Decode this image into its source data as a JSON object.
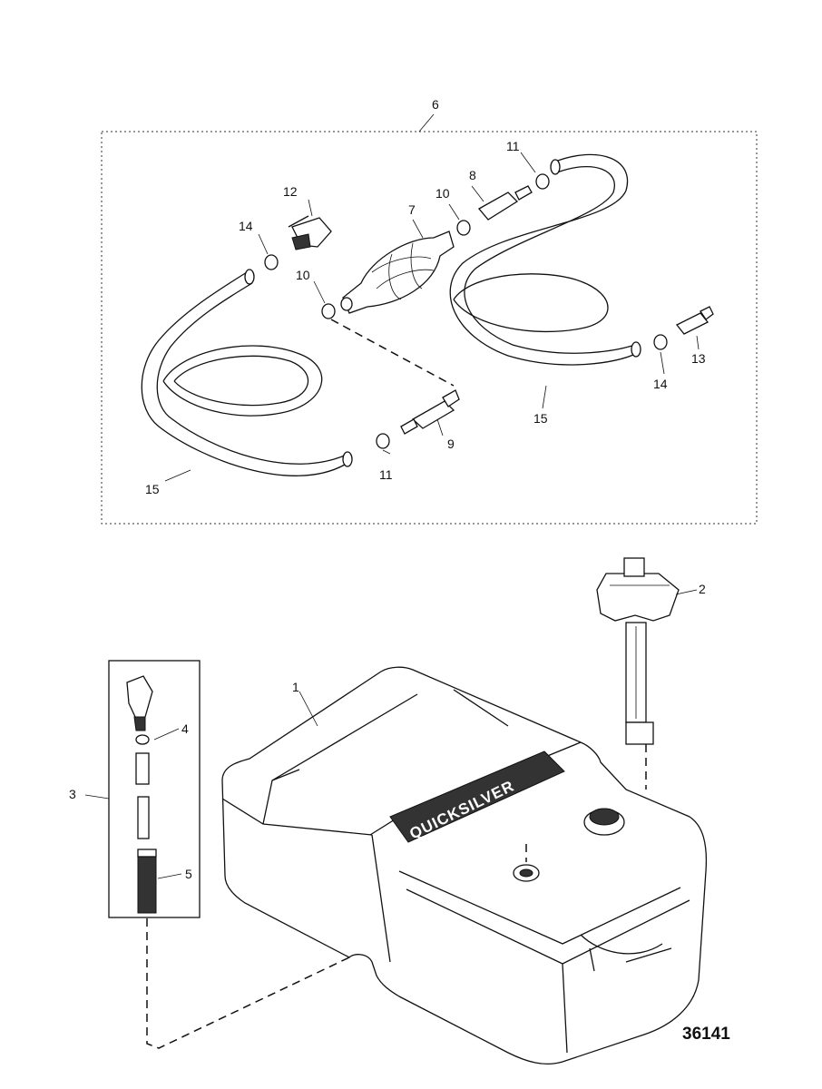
{
  "figure_number": "36141",
  "callouts": {
    "c1": "1",
    "c2": "2",
    "c3": "3",
    "c4": "4",
    "c5": "5",
    "c6": "6",
    "c7": "7",
    "c8": "8",
    "c9": "9",
    "c10a": "10",
    "c10b": "10",
    "c11a": "11",
    "c11b": "11",
    "c12": "12",
    "c13": "13",
    "c14a": "14",
    "c14b": "14",
    "c15a": "15",
    "c15b": "15"
  },
  "tank_brand": "QUICKSILVER"
}
